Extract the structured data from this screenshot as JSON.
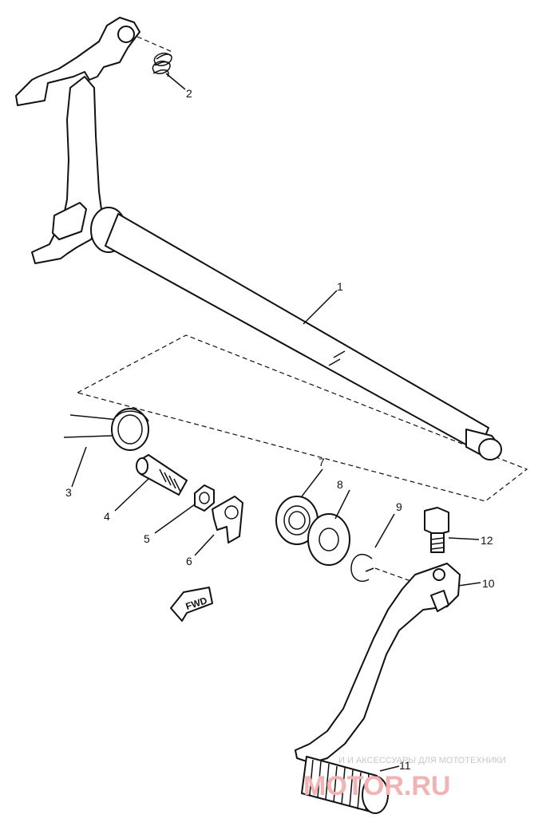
{
  "diagram": {
    "callouts": [
      "1",
      "2",
      "3",
      "4",
      "5",
      "6",
      "7",
      "8",
      "9",
      "10",
      "11",
      "12"
    ],
    "fwd_label": "FWD",
    "watermark": {
      "caption": "И И АКСЕССУАРЫ ДЛЯ МОТОТЕХНИКИ",
      "logo": "MOTOR.RU"
    }
  },
  "colors": {
    "line": "#111111",
    "background": "#ffffff",
    "watermark_logo": "#f1b3b3",
    "watermark_text": "#c8c8c8"
  }
}
